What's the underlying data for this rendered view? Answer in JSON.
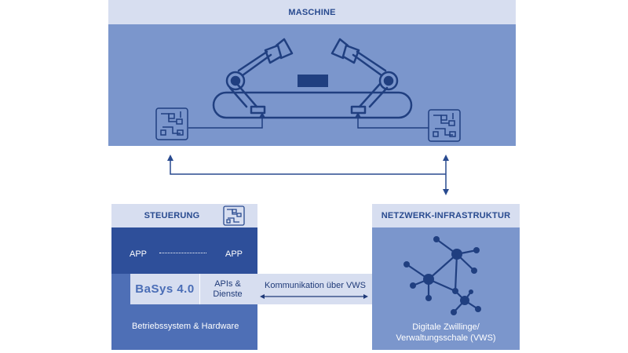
{
  "machine": {
    "title": "MASCHINE"
  },
  "control": {
    "title": "STEUERUNG",
    "app_left": "APP",
    "app_right": "APP",
    "basys_logo": "BaSys 4.0",
    "apis_line1": "APIs &",
    "apis_line2": "Dienste",
    "os_label": "Betriebssystem & Hardware"
  },
  "network": {
    "title": "NETZWERK-INFRASTRUKTUR",
    "caption_line1": "Digitale Zwillinge/",
    "caption_line2": "Verwaltungsschale (VWS)"
  },
  "communication": {
    "label": "Kommunikation über VWS"
  },
  "colors": {
    "header_bg": "#d7def0",
    "panel_mid": "#7b96cc",
    "panel_dark": "#2e4f9a",
    "panel_medium": "#4e6fb6",
    "line": "#284a8f",
    "band": "#d7def0"
  },
  "icons": [
    "robot-arm-icon",
    "conveyor-belt-icon",
    "circuit-board-icon",
    "network-graph-icon"
  ]
}
